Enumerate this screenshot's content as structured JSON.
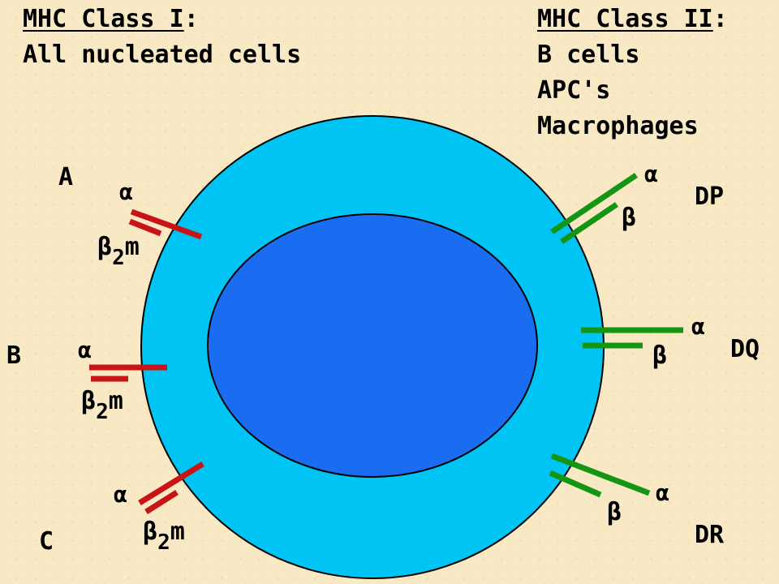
{
  "class1": {
    "title": "MHC Class I",
    "colon": ":",
    "lines": [
      "All nucleated cells"
    ]
  },
  "class2": {
    "title": "MHC Class II",
    "colon": ":",
    "lines": [
      "B cells",
      "APC's",
      "Macrophages"
    ]
  },
  "class1_molecules": [
    {
      "locus": "A",
      "alpha": "α",
      "beta2m_beta": "β",
      "beta2m_sub": "2",
      "beta2m_m": "m"
    },
    {
      "locus": "B",
      "alpha": "α",
      "beta2m_beta": "β",
      "beta2m_sub": "2",
      "beta2m_m": "m"
    },
    {
      "locus": "C",
      "alpha": "α",
      "beta2m_beta": "β",
      "beta2m_sub": "2",
      "beta2m_m": "m"
    }
  ],
  "class2_molecules": [
    {
      "locus": "DP",
      "alpha": "α",
      "beta": "β"
    },
    {
      "locus": "DQ",
      "alpha": "α",
      "beta": "β"
    },
    {
      "locus": "DR",
      "alpha": "α",
      "beta": "β"
    }
  ],
  "colors": {
    "background": "#f8e8c4",
    "cytoplasm": "#00c4f4",
    "nucleus": "#1a6cf0",
    "class1_chain": "#c81414",
    "class2_chain": "#149614"
  }
}
